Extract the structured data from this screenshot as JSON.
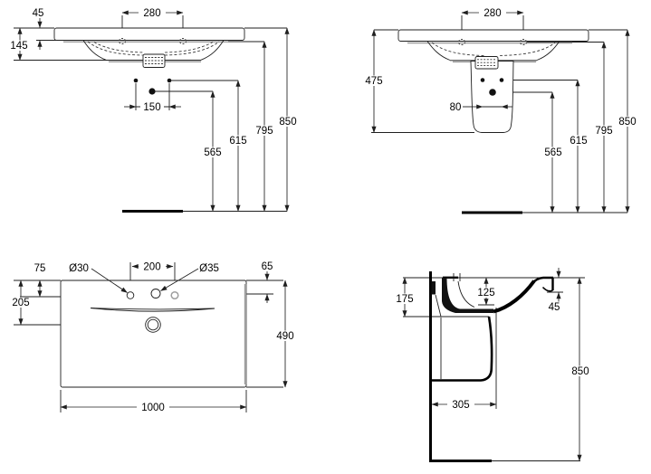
{
  "app": {
    "type": "technical-drawing",
    "subject": "Wall-hung washbasin with semi-pedestal - dimensioned installation drawing"
  },
  "colors": {
    "line": "#1f1f1f",
    "profile": "#000000",
    "shadow": "#9e9e9e",
    "background": "#ffffff",
    "text": "#000000"
  },
  "views": {
    "front_basin": {
      "name": "front view (basin only)",
      "dims": {
        "fixing_hole_spacing": "280",
        "rim_to_fixing": "45",
        "rim_to_bottom": "145",
        "connection_spacing": "150",
        "waste_height": "565",
        "supply_height": "615",
        "fixing_height": "795",
        "rim_height": "850"
      }
    },
    "front_semi_pedestal": {
      "name": "front view (with semi-pedestal)",
      "dims": {
        "fixing_hole_spacing": "280",
        "pedestal_height": "475",
        "connection_spacing": "80",
        "waste_height": "565",
        "supply_height": "615",
        "fixing_height": "795",
        "rim_height": "850"
      }
    },
    "plan": {
      "name": "plan view",
      "dims": {
        "edge_to_tap_hole": "75",
        "tap_hole_left_diameter": "Ø30",
        "tap_hole_spacing": "200",
        "tap_hole_center_diameter": "Ø35",
        "edge_to_center_hole": "65",
        "edge_to_waste": "205",
        "depth": "490",
        "width": "1000"
      }
    },
    "side_section": {
      "name": "side section view",
      "dims": {
        "basin_front_height": "175",
        "bowl_depth": "125",
        "rim_apron_height": "45",
        "pedestal_depth": "305",
        "rim_height": "850"
      }
    }
  }
}
